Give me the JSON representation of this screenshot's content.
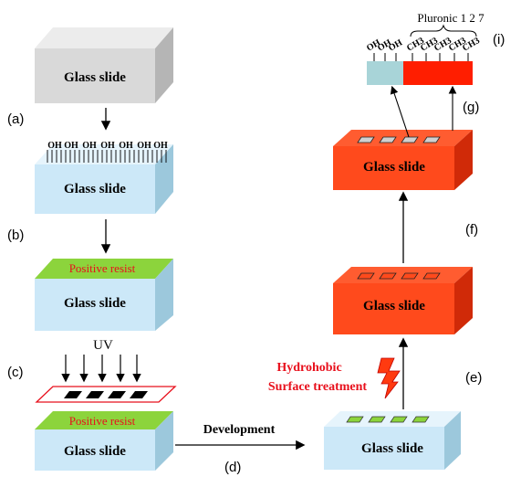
{
  "colors": {
    "glass_gray": "#d9d9d9",
    "glass_blue": "#cce8f8",
    "resist_green": "#8cd43c",
    "orange": "#ff4a1c",
    "teal": "#a8d4d8",
    "red_text": "#e8101c",
    "dark_text": "#000000"
  },
  "steps": {
    "a": "(a)",
    "b": "(b)",
    "c": "(c)",
    "d": "(d)",
    "e": "(e)",
    "f": "(f)",
    "g": "(g)",
    "i": "(i)"
  },
  "slide_label": "Glass slide",
  "resist_label": "Positive resist",
  "uv_label": "UV",
  "oh_label": "OH",
  "ch3_label": "CH3",
  "pluronic_label": "Pluronic 1 2 7",
  "development_label": "Development",
  "hydrophobic_line1": "Hydrohobic",
  "hydrophobic_line2": "Surface treatment"
}
